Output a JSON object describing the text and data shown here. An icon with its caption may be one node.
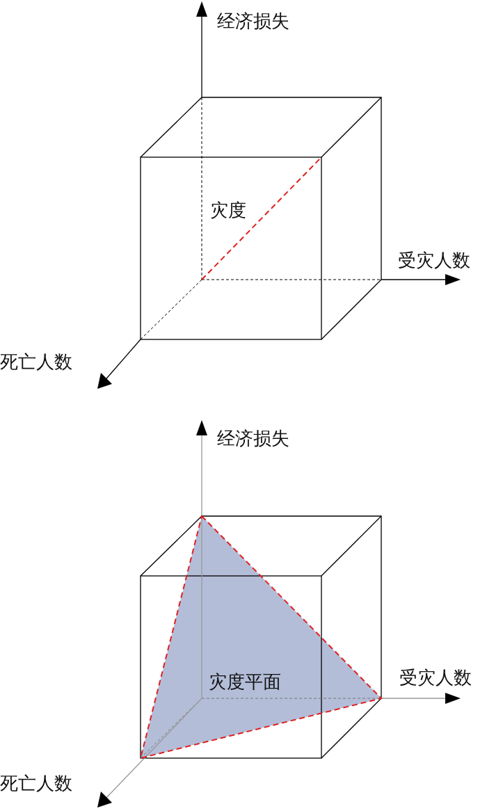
{
  "diagram": {
    "labels": [
      "经济损失",
      "灾度",
      "受灾人数",
      "死亡人数",
      "经济损失",
      "灾度平面",
      "受灾人数",
      "死亡人数"
    ]
  }
}
